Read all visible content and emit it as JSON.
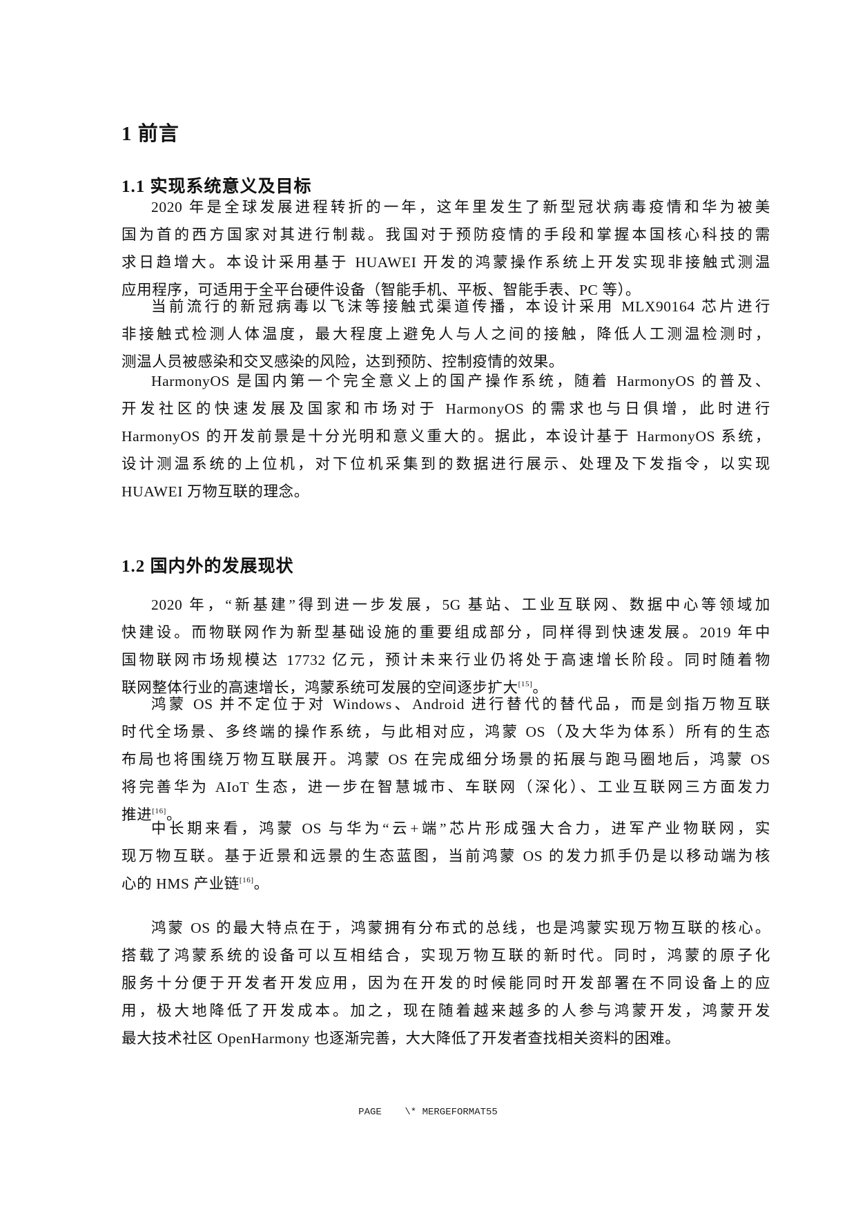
{
  "document": {
    "chapter_heading": "1 前言",
    "sections": [
      {
        "heading": "1.1 实现系统意义及目标",
        "paragraphs": [
          {
            "lines": [
              "2020 年是全球发展进程转折的一年，这年里发生了新型冠状病毒疫情和华为被美",
              "国为首的西方国家对其进行制裁。我国对于预防疫情的手段和掌握本国核心科技的需",
              "求日趋增大。本设计采用基于 HUAWEI 开发的鸿蒙操作系统上开发实现非接触式测温",
              "应用程序，可适用于全平台硬件设备（智能手机、平板、智能手表、PC 等）。"
            ]
          },
          {
            "lines": [
              "当前流行的新冠病毒以飞沫等接触式渠道传播，本设计采用 MLX90164 芯片进行",
              "非接触式检测人体温度，最大程度上避免人与人之间的接触，降低人工测温检测时，",
              "测温人员被感染和交叉感染的风险，达到预防、控制疫情的效果。"
            ]
          },
          {
            "lines": [
              "HarmonyOS 是国内第一个完全意义上的国产操作系统，随着 HarmonyOS 的普及、",
              "开发社区的快速发展及国家和市场对于 HarmonyOS 的需求也与日俱增，此时进行",
              "HarmonyOS 的开发前景是十分光明和意义重大的。据此，本设计基于 HarmonyOS 系统，",
              "设计测温系统的上位机，对下位机采集到的数据进行展示、处理及下发指令，以实现",
              "HUAWEI 万物互联的理念。"
            ]
          }
        ]
      },
      {
        "heading": "1.2 国内外的发展现状",
        "paragraphs": [
          {
            "lines": [
              "2020 年，“新基建”得到进一步发展，5G 基站、工业互联网、数据中心等领域加",
              "快建设。而物联网作为新型基础设施的重要组成部分，同样得到快速发展。2019 年中",
              "国物联网市场规模达 17732 亿元，预计未来行业仍将处于高速增长阶段。同时随着物",
              "联网整体行业的高速增长，鸿蒙系统可发展的空间逐步扩大"
            ],
            "citation": "[15]",
            "end": "。"
          },
          {
            "lines": [
              "鸿蒙 OS 并不定位于对 Windows、Android 进行替代的替代品，而是剑指万物互联",
              "时代全场景、多终端的操作系统，与此相对应，鸿蒙 OS（及大华为体系）所有的生态",
              "布局也将围绕万物互联展开。鸿蒙 OS 在完成细分场景的拓展与跑马圈地后，鸿蒙 OS",
              "将完善华为 AIoT 生态，进一步在智慧城市、车联网（深化）、工业互联网三方面发力",
              "推进"
            ],
            "citation": "[16]",
            "end": "。"
          },
          {
            "lines": [
              "中长期来看，鸿蒙 OS 与华为“云+端”芯片形成强大合力，进军产业物联网，实",
              "现万物互联。基于近景和远景的生态蓝图，当前鸿蒙 OS 的发力抓手仍是以移动端为核",
              "心的 HMS 产业链"
            ],
            "citation": "[16]",
            "end": "。"
          },
          {
            "lines": [
              "鸿蒙 OS 的最大特点在于，鸿蒙拥有分布式的总线，也是鸿蒙实现万物互联的核心。",
              "搭载了鸿蒙系统的设备可以互相结合，实现万物互联的新时代。同时，鸿蒙的原子化",
              "服务十分便于开发者开发应用，因为在开发的时候能同时开发部署在不同设备上的应",
              "用，极大地降低了开发成本。加之，现在随着越来越多的人参与鸿蒙开发，鸿蒙开发",
              "最大技术社区 OpenHarmony 也逐渐完善，大大降低了开发者查找相关资料的困难。"
            ]
          }
        ]
      }
    ]
  },
  "footer": {
    "field_code": "PAGE    \\* MERGEFORMAT55"
  }
}
